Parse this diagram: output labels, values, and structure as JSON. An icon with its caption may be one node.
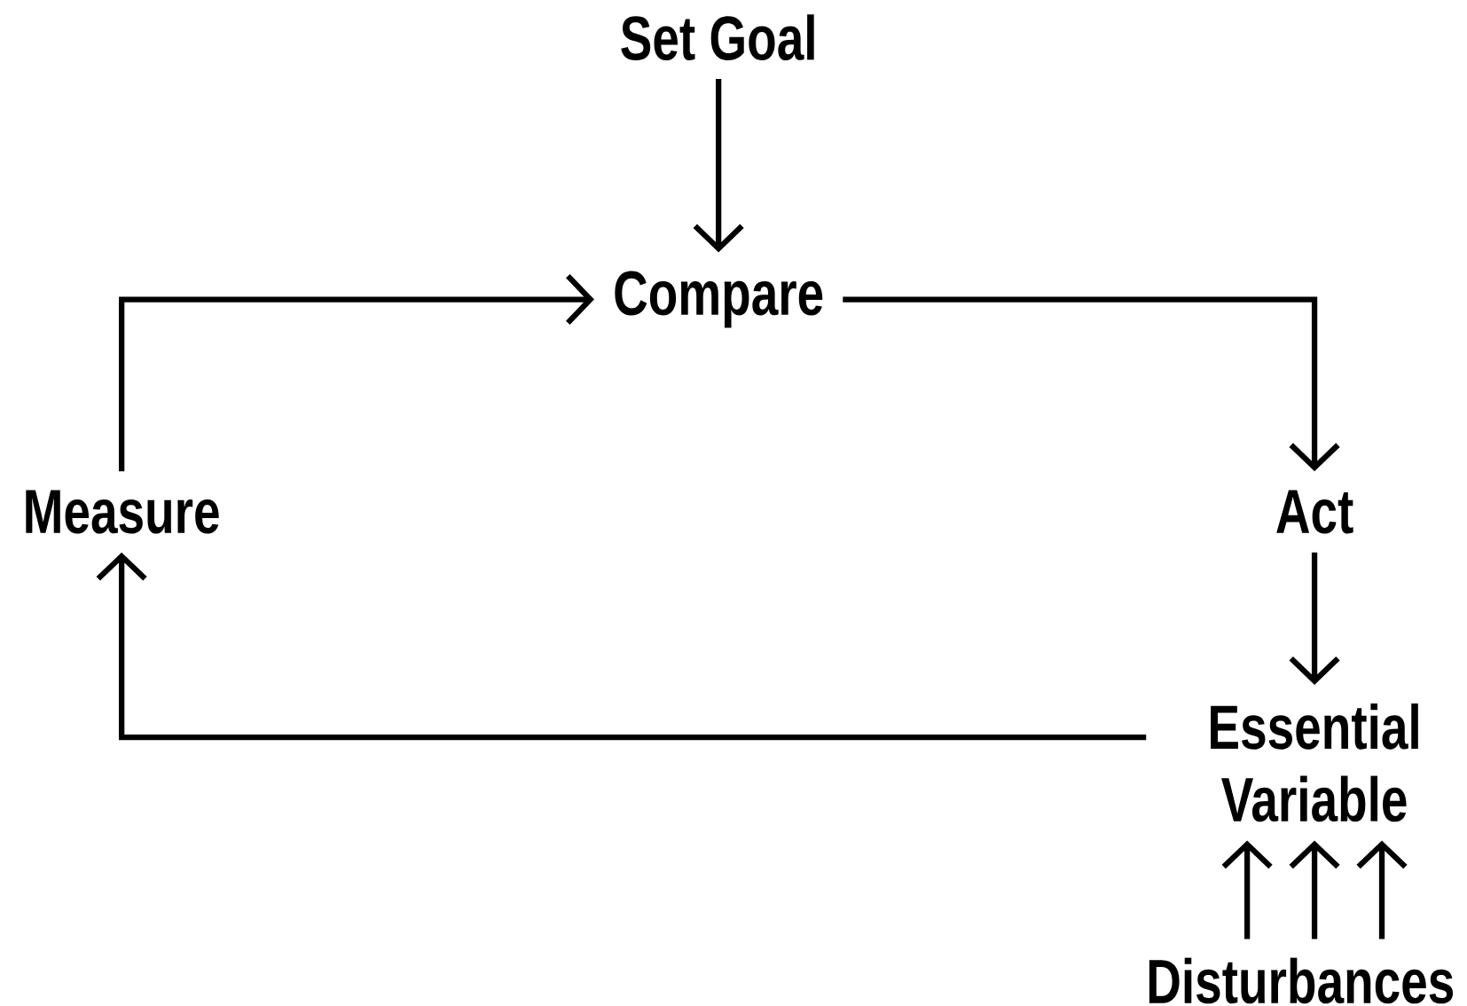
{
  "diagram": {
    "nodes": [
      {
        "text": [
          "Set Goal"
        ]
      },
      {
        "text": [
          "Compare"
        ]
      },
      {
        "text": [
          "Measure"
        ]
      },
      {
        "text": [
          "Act"
        ]
      },
      {
        "text": [
          "Essential Variable"
        ]
      },
      {
        "text": [
          "Disturbances"
        ]
      }
    ],
    "edges": [
      {
        "from": 0,
        "to": 1,
        "arrow": "to"
      },
      {
        "from": 2,
        "to": 1,
        "arrow": "to"
      },
      {
        "from": 1,
        "to": 3,
        "arrow": "to"
      },
      {
        "from": 3,
        "to": 4,
        "arrow": "to"
      },
      {
        "from": 4,
        "to": 2,
        "arrow": "to"
      },
      {
        "from": 5,
        "to": 4,
        "arrow": "to"
      },
      {
        "from": 5,
        "to": 4,
        "arrow": "to"
      },
      {
        "from": 5,
        "to": 4,
        "arrow": "to"
      }
    ]
  }
}
